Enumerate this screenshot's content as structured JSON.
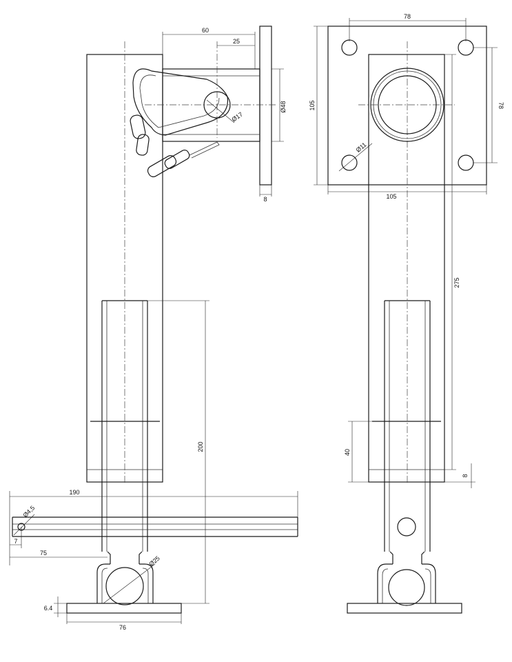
{
  "dimensions": {
    "d60": "60",
    "d25": "25",
    "d48": "Ø48",
    "d17": "Ø17",
    "d8_flange": "8",
    "d78_top": "78",
    "d105_left": "105",
    "d78_right": "78",
    "d11": "Ø11",
    "d105_bottom": "105",
    "d275": "275",
    "d200": "200",
    "d40": "40",
    "d8_collar": "8",
    "d190": "190",
    "d4_5": "Ø4,5",
    "d7": "7",
    "d75": "75",
    "d25_ball": "Ø25",
    "d6_4": "6.4",
    "d76": "76"
  }
}
